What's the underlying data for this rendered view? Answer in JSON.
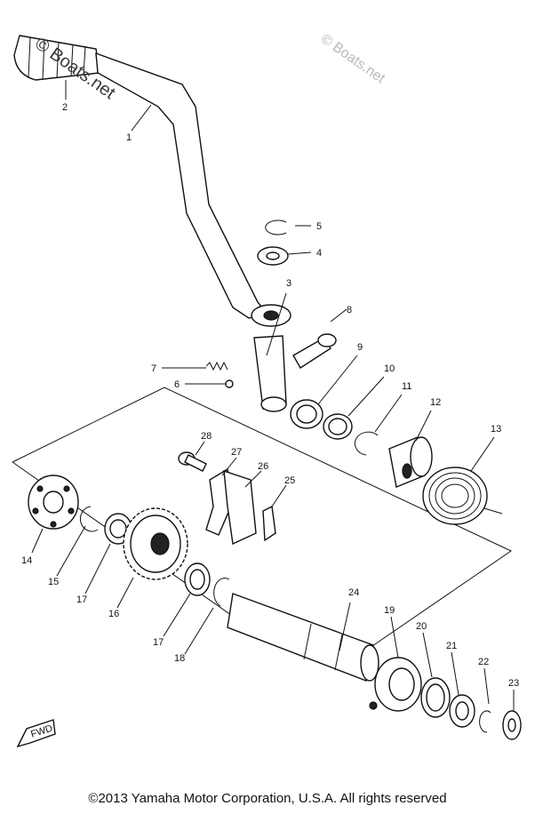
{
  "diagram": {
    "callouts": [
      {
        "id": "c1",
        "text": "1"
      },
      {
        "id": "c2",
        "text": "2"
      },
      {
        "id": "c3",
        "text": "3"
      },
      {
        "id": "c4",
        "text": "4"
      },
      {
        "id": "c5",
        "text": "5"
      },
      {
        "id": "c6",
        "text": "6"
      },
      {
        "id": "c7",
        "text": "7"
      },
      {
        "id": "c8",
        "text": "8"
      },
      {
        "id": "c9",
        "text": "9"
      },
      {
        "id": "c10",
        "text": "10"
      },
      {
        "id": "c11",
        "text": "11"
      },
      {
        "id": "c12",
        "text": "12"
      },
      {
        "id": "c13",
        "text": "13"
      },
      {
        "id": "c14",
        "text": "14"
      },
      {
        "id": "c15",
        "text": "15"
      },
      {
        "id": "c16",
        "text": "16"
      },
      {
        "id": "c17a",
        "text": "17"
      },
      {
        "id": "c17b",
        "text": "17"
      },
      {
        "id": "c18",
        "text": "18"
      },
      {
        "id": "c19",
        "text": "19"
      },
      {
        "id": "c20",
        "text": "20"
      },
      {
        "id": "c21",
        "text": "21"
      },
      {
        "id": "c22",
        "text": "22"
      },
      {
        "id": "c23",
        "text": "23"
      },
      {
        "id": "c24",
        "text": "24"
      },
      {
        "id": "c25",
        "text": "25"
      },
      {
        "id": "c26",
        "text": "26"
      },
      {
        "id": "c27",
        "text": "27"
      },
      {
        "id": "c28",
        "text": "28"
      }
    ],
    "fwd_label": "FWD"
  },
  "watermarks": {
    "primary": "© Boats.net",
    "secondary": "© Boats.net"
  },
  "footer": {
    "copyright": "©2013 Yamaha Motor Corporation, U.S.A. All rights reserved"
  }
}
